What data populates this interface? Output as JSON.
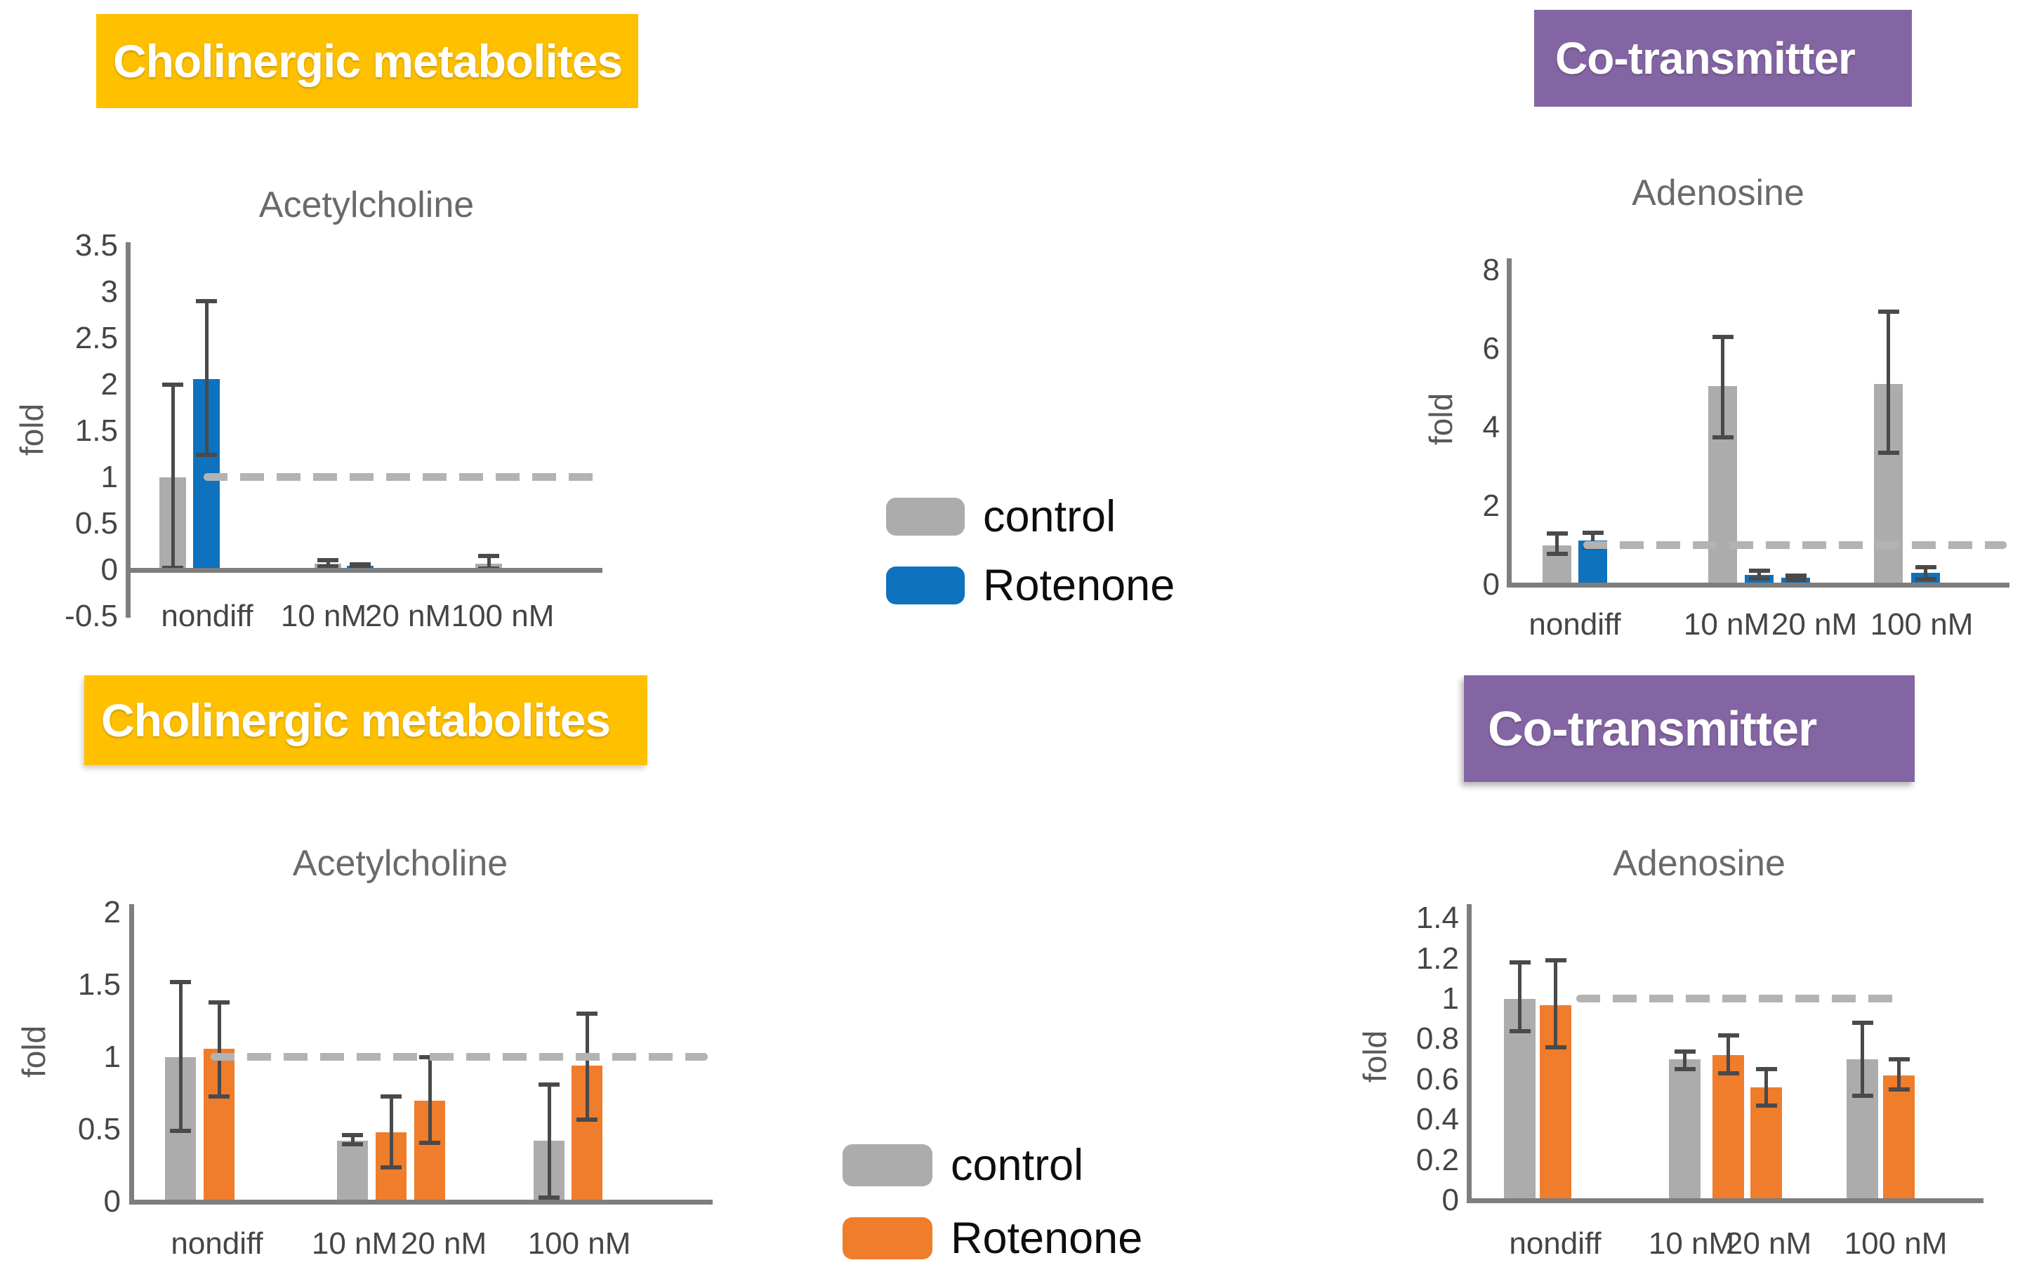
{
  "figure": {
    "description": "Rotenone dose response bar charts",
    "background": "#FFFFFF"
  },
  "colors": {
    "yellow_header": "#FFC000",
    "purple_header": "#8465A4",
    "control_gray": "#ACACAC",
    "rotenone_blue": "#0E72BE",
    "rotenone_orange": "#EF7D2B",
    "error_bar": "#4A4A4A",
    "axis": "#7E7E7E",
    "dashed_reference": "#B3B3B3",
    "tick_text": "#454545",
    "title_text": "#6A6A6A",
    "legend_text": "#0D0D0D"
  },
  "headers": [
    {
      "label": "Cholinergic metabolites",
      "style": "yellow"
    },
    {
      "label": "Co-transmitter",
      "style": "purple"
    },
    {
      "label": "Cholinergic metabolites",
      "style": "yellow"
    },
    {
      "label": "Co-transmitter",
      "style": "purple"
    }
  ],
  "legends": {
    "top": {
      "items": [
        {
          "label": "control",
          "color": "#ACACAC"
        },
        {
          "label": "Rotenone",
          "color": "#0E72BE"
        }
      ]
    },
    "bottom": {
      "items": [
        {
          "label": "control",
          "color": "#ACACAC"
        },
        {
          "label": "Rotenone",
          "color": "#EF7D2B"
        }
      ]
    }
  },
  "chart_data": [
    {
      "id": "top-left",
      "type": "bar",
      "title": "Acetylcholine",
      "ylabel": "fold",
      "ylim": [
        -0.5,
        3.5
      ],
      "yticks": [
        "3.5",
        "3",
        "2.5",
        "2",
        "1.5",
        "1",
        "0.5",
        "0",
        "-0.5"
      ],
      "categories": [
        "nondiff",
        "10 nM",
        "20 nM",
        "100 nM"
      ],
      "reference_line": 1,
      "grid": false,
      "series": [
        {
          "name": "control",
          "color": "#ACACAC",
          "values": [
            1.0,
            0.07,
            null,
            0.07
          ],
          "err_lo": [
            0.02,
            0.035,
            null,
            0.015
          ],
          "err_hi": [
            2.0,
            0.105,
            null,
            0.15
          ]
        },
        {
          "name": "Rotenone",
          "color": "#0E72BE",
          "values": [
            2.06,
            0.045,
            0,
            0
          ],
          "err_lo": [
            1.24,
            0.028,
            null,
            null
          ],
          "err_hi": [
            2.9,
            0.062,
            null,
            null
          ]
        }
      ]
    },
    {
      "id": "top-right",
      "type": "bar",
      "title": "Adenosine",
      "ylabel": "fold",
      "ylim": [
        0,
        8
      ],
      "yticks": [
        "8",
        "6",
        "4",
        "2",
        "0"
      ],
      "categories": [
        "nondiff",
        "10 nM",
        "20 nM",
        "100 nM"
      ],
      "reference_line": 1,
      "grid": false,
      "series": [
        {
          "name": "control",
          "color": "#ACACAC",
          "values": [
            1.0,
            5.05,
            null,
            5.1
          ],
          "err_lo": [
            0.78,
            3.75,
            null,
            3.35
          ],
          "err_hi": [
            1.3,
            6.3,
            null,
            6.95
          ]
        },
        {
          "name": "Rotenone",
          "color": "#0E72BE",
          "values": [
            1.12,
            0.25,
            0.18,
            0.3
          ],
          "err_lo": [
            0.95,
            0.16,
            0.12,
            0.15
          ],
          "err_hi": [
            1.32,
            0.35,
            0.24,
            0.45
          ]
        }
      ]
    },
    {
      "id": "bottom-left",
      "type": "bar",
      "title": "Acetylcholine",
      "ylabel": "fold",
      "ylim": [
        0,
        2
      ],
      "yticks": [
        "2",
        "1.5",
        "1",
        "0.5",
        "0"
      ],
      "categories": [
        "nondiff",
        "10 nM",
        "20 nM",
        "100 nM"
      ],
      "reference_line": 1,
      "grid": false,
      "series": [
        {
          "name": "control",
          "color": "#ACACAC",
          "values": [
            1.0,
            0.42,
            null,
            0.42
          ],
          "err_lo": [
            0.49,
            0.4,
            null,
            0.03
          ],
          "err_hi": [
            1.52,
            0.46,
            null,
            0.81
          ]
        },
        {
          "name": "Rotenone",
          "color": "#EF7D2B",
          "values": [
            1.06,
            0.48,
            0.7,
            0.94
          ],
          "err_lo": [
            0.73,
            0.24,
            0.41,
            0.57
          ],
          "err_hi": [
            1.38,
            0.73,
            1.0,
            1.3
          ]
        }
      ]
    },
    {
      "id": "bottom-right",
      "type": "bar",
      "title": "Adenosine",
      "ylabel": "fold",
      "ylim": [
        0,
        1.4
      ],
      "yticks": [
        "1.4",
        "1.2",
        "1",
        "0.8",
        "0.6",
        "0.4",
        "0.2",
        "0"
      ],
      "categories": [
        "nondiff",
        "10 nM",
        "20 nM",
        "100 nM"
      ],
      "reference_line": 1,
      "grid": false,
      "series": [
        {
          "name": "control",
          "color": "#ACACAC",
          "values": [
            1.0,
            0.7,
            null,
            0.7
          ],
          "err_lo": [
            0.84,
            0.65,
            null,
            0.52
          ],
          "err_hi": [
            1.18,
            0.74,
            null,
            0.88
          ]
        },
        {
          "name": "Rotenone",
          "color": "#EF7D2B",
          "values": [
            0.97,
            0.72,
            0.56,
            0.62
          ],
          "err_lo": [
            0.76,
            0.63,
            0.47,
            0.55
          ],
          "err_hi": [
            1.19,
            0.82,
            0.65,
            0.7
          ]
        }
      ]
    }
  ]
}
